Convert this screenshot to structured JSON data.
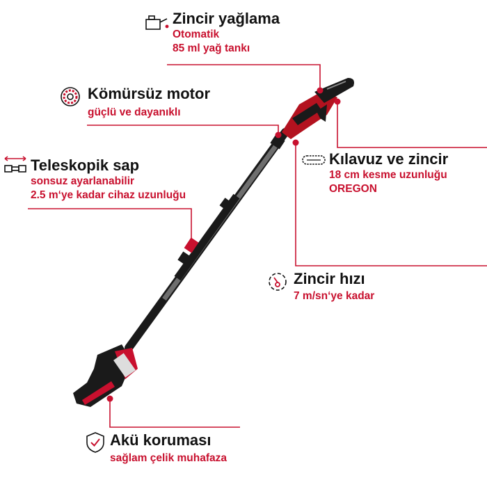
{
  "colors": {
    "accent": "#c8102e",
    "text": "#111111",
    "tool_red": "#b3121f",
    "tool_black": "#1a1a1a"
  },
  "features": {
    "lubrication": {
      "icon": "oil-can-icon",
      "title": "Zincir yağlama",
      "lines": [
        "Otomatik",
        "85 ml yağ tankı"
      ]
    },
    "motor": {
      "icon": "brushless-motor-icon",
      "title": "Kömürsüz motor",
      "lines": [
        "güçlü ve dayanıklı"
      ]
    },
    "guide": {
      "icon": "chain-bar-icon",
      "title": "Kılavuz ve zincir",
      "lines": [
        "18 cm kesme uzunluğu",
        "OREGON"
      ]
    },
    "telescopic": {
      "icon": "telescopic-shaft-icon",
      "title": "Teleskopik sap",
      "lines": [
        "sonsuz ayarlanabilir",
        "2.5 m‘ye kadar cihaz uzunluğu"
      ]
    },
    "speed": {
      "icon": "speedometer-icon",
      "title": "Zincir hızı",
      "lines": [
        "7 m/sn‘ye kadar"
      ]
    },
    "battery": {
      "icon": "shield-check-icon",
      "title": "Akü koruması",
      "lines": [
        "sağlam çelik muhafaza"
      ]
    }
  }
}
